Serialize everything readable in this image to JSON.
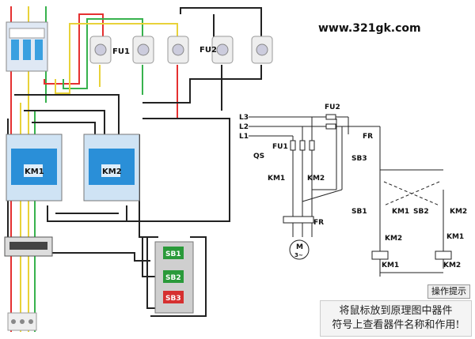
{
  "site_url": "www.321gk.com",
  "hint_button_label": "操作提示",
  "hint_text_line1": "将鼠标放到原理图中器件",
  "hint_text_line2": "符号上查看器件名称和作用!",
  "wiring": {
    "fu1_label": "FU1",
    "fu2_label": "FU2",
    "km1_label": "KM1",
    "km2_label": "KM2",
    "sb1_label": "SB1",
    "sb2_label": "SB2",
    "sb3_label": "SB3"
  },
  "schematic": {
    "l1": "L1",
    "l2": "L2",
    "l3": "L3",
    "qs": "QS",
    "fu1": "FU1",
    "fu2": "FU2",
    "km1_main": "KM1",
    "km2_main": "KM2",
    "fr_main": "FR",
    "motor": "M",
    "motor_sub": "3~",
    "fr_ctrl": "FR",
    "sb3": "SB3",
    "sb1": "SB1",
    "km1_hold": "KM1",
    "sb2": "SB2",
    "km2_hold": "KM2",
    "km2_inter": "KM2",
    "km1_inter": "KM1",
    "km1_coil": "KM1",
    "km2_coil": "KM2"
  },
  "colors": {
    "red": "#e53030",
    "yellow": "#e8d23a",
    "green": "#37b24d",
    "black": "#222222",
    "breaker": "#3aa0e0",
    "contactor": "#2a8fd8",
    "button_green": "#2a9a3a",
    "button_red": "#d63030"
  }
}
